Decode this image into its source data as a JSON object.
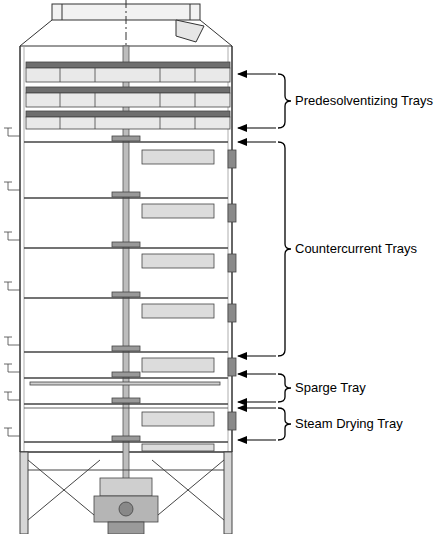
{
  "diagram": {
    "labels": [
      "Predesolventizing Trays",
      "Countercurrent Trays",
      "Sparge Tray",
      "Steam Drying Tray"
    ]
  }
}
